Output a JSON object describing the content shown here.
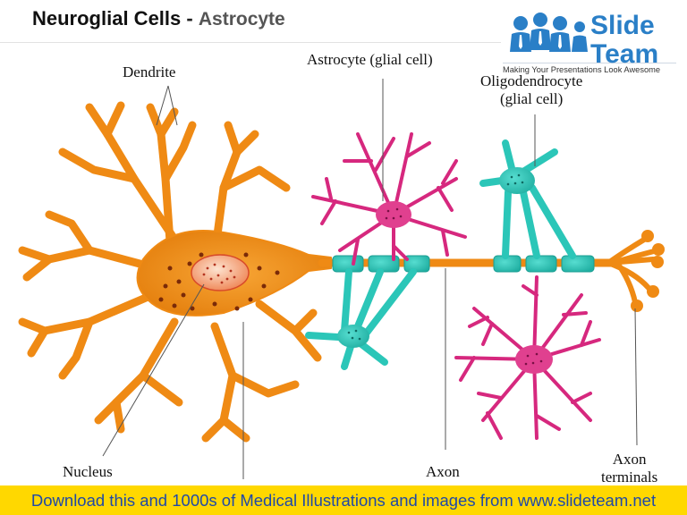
{
  "header": {
    "title_main": "Neuroglial Cells",
    "title_separator": "-",
    "title_sub": "Astrocyte"
  },
  "logo": {
    "word1": "Slide",
    "word2": "Team",
    "tagline": "Making Your Presentations Look Awesome"
  },
  "labels": {
    "dendrite": "Dendrite",
    "astrocyte": "Astrocyte (glial cell)",
    "oligo_line1": "Oligodendrocyte",
    "oligo_line2": "(glial cell)",
    "nucleus": "Nucleus",
    "axon": "Axon",
    "axon_terminals_line1": "Axon",
    "axon_terminals_line2": "terminals"
  },
  "footer": {
    "banner_text": "Download this and 1000s of Medical Illustrations and images from www.slideteam.net"
  },
  "colors": {
    "neuron": "#ef8a14",
    "neuron_dark": "#c96a06",
    "astrocyte": "#d6287e",
    "oligodendrocyte": "#2bc6b8",
    "banner": "#ffd800",
    "banner_text": "#1f49a8",
    "logo_blue": "#2a7fc7"
  }
}
